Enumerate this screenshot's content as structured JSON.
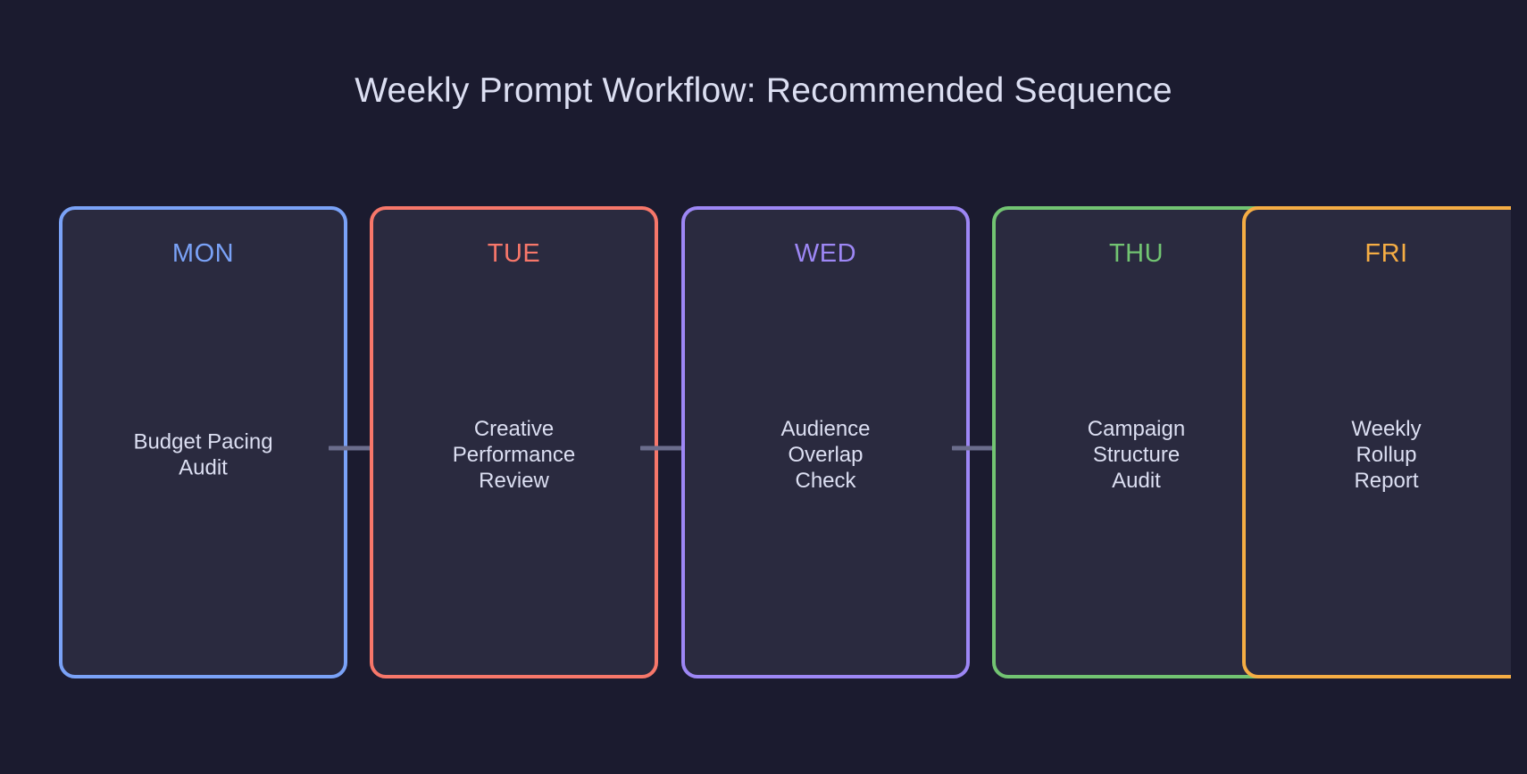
{
  "title": "Weekly Prompt Workflow: Recommended Sequence",
  "days": [
    {
      "day": "MON",
      "task": "Budget Pacing\nAudit",
      "color": "#7aa2f7"
    },
    {
      "day": "TUE",
      "task": "Creative\nPerformance\nReview",
      "color": "#f7776a"
    },
    {
      "day": "WED",
      "task": "Audience\nOverlap\nCheck",
      "color": "#9d87f5"
    },
    {
      "day": "THU",
      "task": "Campaign\nStructure\nAudit",
      "color": "#72c472"
    },
    {
      "day": "FRI",
      "task": "Weekly\nRollup\nReport",
      "color": "#f5ad44"
    }
  ],
  "arrow_color": "#6b6d8c",
  "background_color": "#1b1b2f",
  "card_fill": "#2a2a3f"
}
